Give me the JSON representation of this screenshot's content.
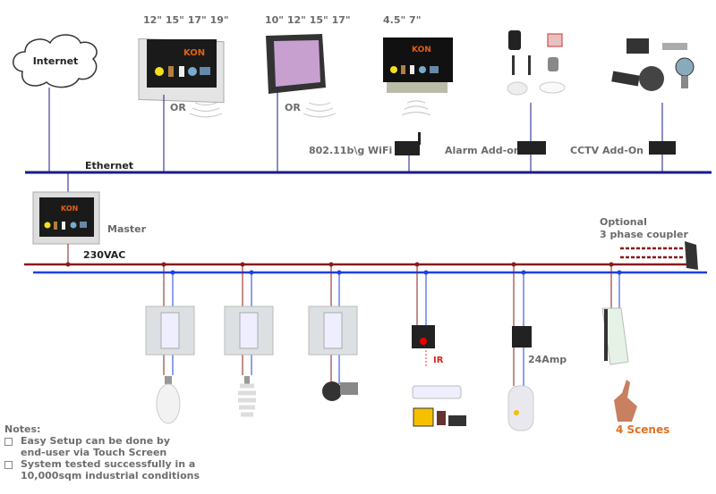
{
  "top": {
    "internet": "Internet",
    "panel1_sizes": "12\" 15\" 17\" 19\"",
    "panel2_sizes": "10\" 12\" 15\" 17\"",
    "panel3_sizes": "4.5\"  7\"",
    "or1": "OR",
    "or2": "OR",
    "wifi_label": "802.11b\\g WiFi",
    "alarm_label": "Alarm Add-on",
    "cctv_label": "CCTV Add-On",
    "ethernet_label": "Ethernet",
    "brand": "KON"
  },
  "bus": {
    "master_label": "Master",
    "ac_label": "230VAC",
    "coupler_line1": "Optional",
    "coupler_line2": "3 phase coupler",
    "ir_label": "IR",
    "amp_label": "24Amp",
    "scenes_label": "4 Scenes"
  },
  "colors": {
    "ethernet": "#1a1a8c",
    "power": "#8b1a1a",
    "bus": "#1f3fe0",
    "scenes": "#e07020"
  },
  "notes": {
    "title": "Notes:",
    "items": [
      "Easy Setup can be done by end-user via Touch Screen",
      "System tested successfully in a 10,000sqm industrial conditions"
    ]
  }
}
